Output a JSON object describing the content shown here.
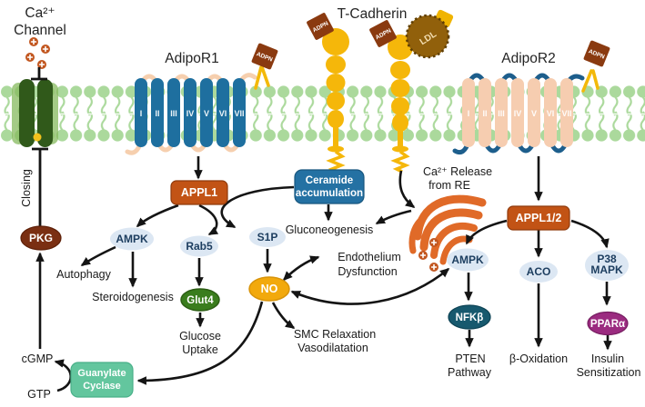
{
  "colors": {
    "membrane": "#abd99c",
    "channel": "#30591a",
    "channel_back": "#86b95e",
    "channel_dot": "#f2c21d",
    "adipor1_bar": "#1e6f9f",
    "adipor1_loop": "#f6cfae",
    "adipor2_bar": "#f6cdb0",
    "adipor2_loop": "#1d5e8c",
    "tcadherin": "#f5b70a",
    "adpn_tag": "#8a3a10",
    "ldl": "#91600b",
    "ldl_edge": "#5f3e02",
    "appl": "#c25315",
    "appl_edge": "#8f3a0c",
    "ceramide_box": "#2471a3",
    "node": "#dce7f3",
    "node_text": "#1c3d5f",
    "nfkb": "#17596e",
    "glut4": "#3a7d1d",
    "ppara": "#9b2b80",
    "pkg": "#7a2f12",
    "no": "#f2a90c",
    "guanylate_cyclase": "#63c69e",
    "er": "#e06a28",
    "ion": "#c2561f",
    "arrow": "#141414"
  },
  "header": {
    "ca_channel_line1": "Ca²⁺",
    "ca_channel_line2": "Channel",
    "adipor1": "AdipoR1",
    "tcadherin": "T-Cadherin",
    "adipor2": "AdipoR2"
  },
  "ligands": {
    "adpn": "ADPN",
    "ldl": "LDL"
  },
  "domains": [
    "I",
    "II",
    "III",
    "IV",
    "V",
    "VI",
    "VII"
  ],
  "left": {
    "closing": "Closing",
    "pkg": "PKG",
    "cgmp": "cGMP",
    "gtp": "GTP",
    "gc1": "Guanylate",
    "gc2": "Cyclase"
  },
  "r1path": {
    "appl1": "APPL1",
    "ampk": "AMPK",
    "autophagy": "Autophagy",
    "steroidogenesis": "Steroidogenesis",
    "rab5": "Rab5",
    "glut4": "Glut4",
    "glucose1": "Glucose",
    "glucose2": "Uptake",
    "s1p": "S1P",
    "no": "NO",
    "smc1": "SMC Relaxation",
    "smc2": "Vasodilatation"
  },
  "mid": {
    "cer1": "Ceramide",
    "cer2": "accumulation",
    "gluconeogenesis": "Gluconeogenesis",
    "endo1": "Endothelium",
    "endo2": "Dysfunction",
    "carel1": "Ca²⁺ Release",
    "carel2": "from RE"
  },
  "r2path": {
    "appl12": "APPL1/2",
    "ampk": "AMPK",
    "nfkb": "NFKβ",
    "pten1": "PTEN",
    "pten2": "Pathway",
    "aco": "ACO",
    "boxidation": "β-Oxidation",
    "p381": "P38",
    "p382": "MAPK",
    "ppara": "PPARα",
    "ins1": "Insulin",
    "ins2": "Sensitization"
  }
}
